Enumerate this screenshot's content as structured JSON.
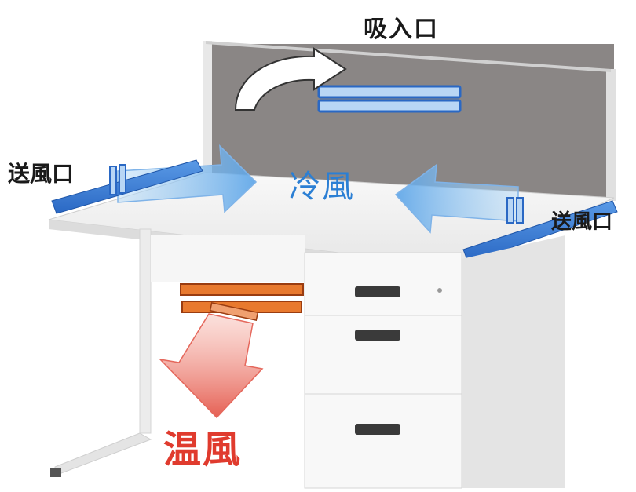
{
  "labels": {
    "intake": "吸入口",
    "outlet_left": "送風口",
    "outlet_right": "送風口",
    "cool_air": "冷風",
    "warm_air": "温風"
  },
  "colors": {
    "cool": "#2b7fd4",
    "warm": "#e03b2e",
    "panel": "#8a8685",
    "desk": "#f2f2f2"
  }
}
